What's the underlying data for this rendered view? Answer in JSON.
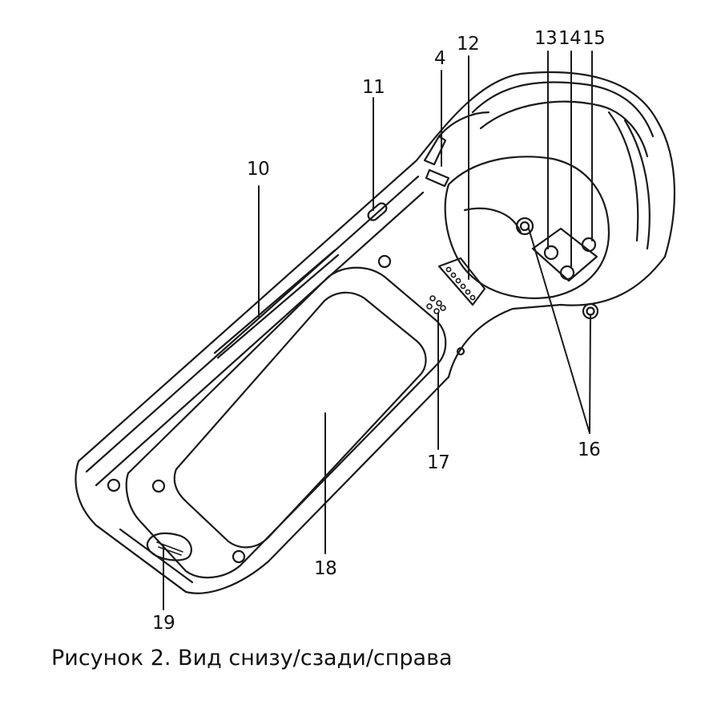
{
  "figure": {
    "caption": "Рисунок 2. Вид снизу/сзади/справа",
    "callouts": {
      "c4": "4",
      "c10": "10",
      "c11": "11",
      "c12": "12",
      "c13": "13",
      "c14": "14",
      "c15": "15",
      "c16": "16",
      "c17": "17",
      "c18": "18",
      "c19": "19"
    },
    "line_color": "#1a1a1a"
  }
}
